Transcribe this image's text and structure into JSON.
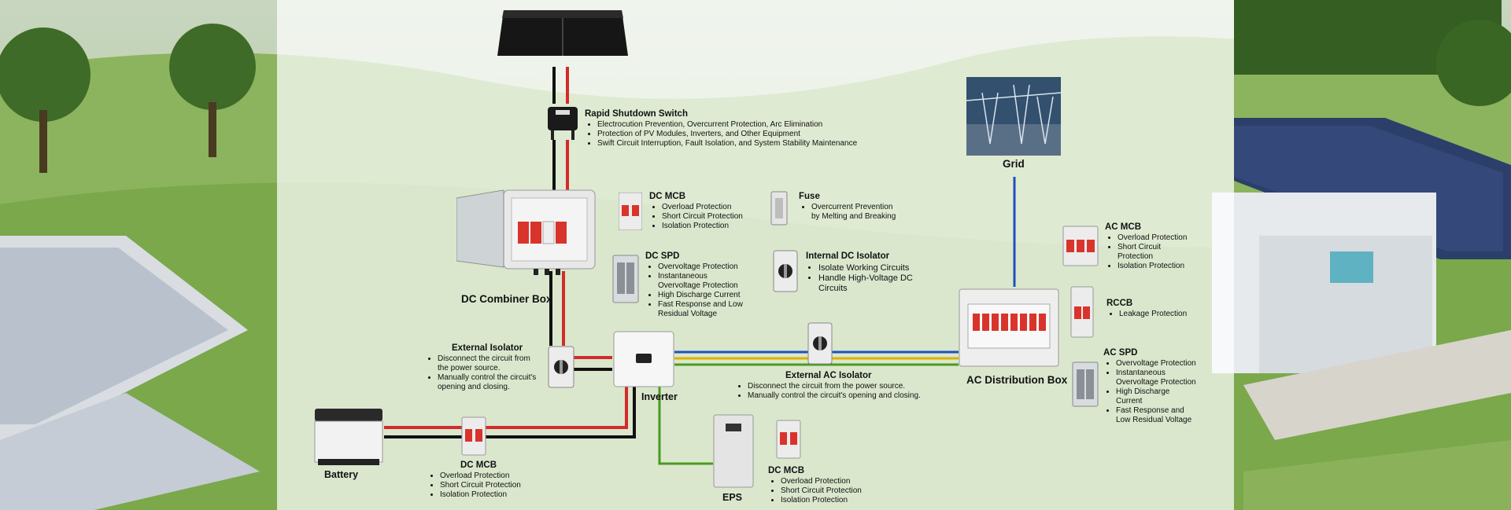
{
  "components": {
    "rapid_shutdown": {
      "title": "Rapid Shutdown Switch",
      "bullets": [
        "Electrocution Prevention, Overcurrent Protection, Arc Elimination",
        "Protection of PV Modules, Inverters, and Other Equipment",
        "Swift Circuit Interruption, Fault Isolation, and System Stability Maintenance"
      ]
    },
    "dc_mcb_top": {
      "title": "DC MCB",
      "bullets": [
        "Overload Protection",
        "Short Circuit Protection",
        "Isolation Protection"
      ]
    },
    "fuse": {
      "title": "Fuse",
      "bullets": [
        "Overcurrent Prevention by Melting and Breaking"
      ]
    },
    "dc_spd": {
      "title": "DC SPD",
      "bullets": [
        "Overvoltage Protection",
        "Instantaneous Overvoltage Protection",
        "High Discharge Current",
        "Fast Response and Low Residual Voltage"
      ]
    },
    "internal_dc_isolator": {
      "title": "Internal DC Isolator",
      "bullets": [
        "Isolate Working Circuits",
        "Handle High-Voltage DC Circuits"
      ]
    },
    "external_isolator": {
      "title": "External Isolator",
      "bullets": [
        "Disconnect the circuit from the power source.",
        "Manually control the circuit's opening and closing."
      ]
    },
    "external_ac_isolator": {
      "title": "External AC Isolator",
      "bullets": [
        "Disconnect the circuit from the power source.",
        "Manually control the circuit's opening and closing."
      ]
    },
    "ac_mcb": {
      "title": "AC MCB",
      "bullets": [
        "Overload Protection",
        "Short Circuit Protection",
        "Isolation Protection"
      ]
    },
    "rccb": {
      "title": "RCCB",
      "bullets": [
        "Leakage Protection"
      ]
    },
    "ac_spd": {
      "title": "AC SPD",
      "bullets": [
        "Overvoltage Protection",
        "Instantaneous Overvoltage Protection",
        "High Discharge Current",
        "Fast Response and Low Residual Voltage"
      ]
    },
    "dc_mcb_battery": {
      "title": "DC MCB",
      "bullets": [
        "Overload Protection",
        "Short Circuit Protection",
        "Isolation Protection"
      ]
    },
    "dc_mcb_eps": {
      "title": "DC MCB",
      "bullets": [
        "Overload Protection",
        "Short Circuit Protection",
        "Isolation Protection"
      ]
    }
  },
  "labels": {
    "grid": "Grid",
    "dc_combiner_box": "DC Combiner Box",
    "inverter": "Inverter",
    "ac_distribution_box": "AC Distribution Box",
    "battery": "Battery",
    "eps": "EPS"
  },
  "colors": {
    "wire_red": "#d42a2a",
    "wire_black": "#111111",
    "wire_blue": "#1f4fbf",
    "wire_green": "#4a9a1e",
    "wire_yellow": "#e0b000",
    "breaker_red": "#d9342b"
  }
}
